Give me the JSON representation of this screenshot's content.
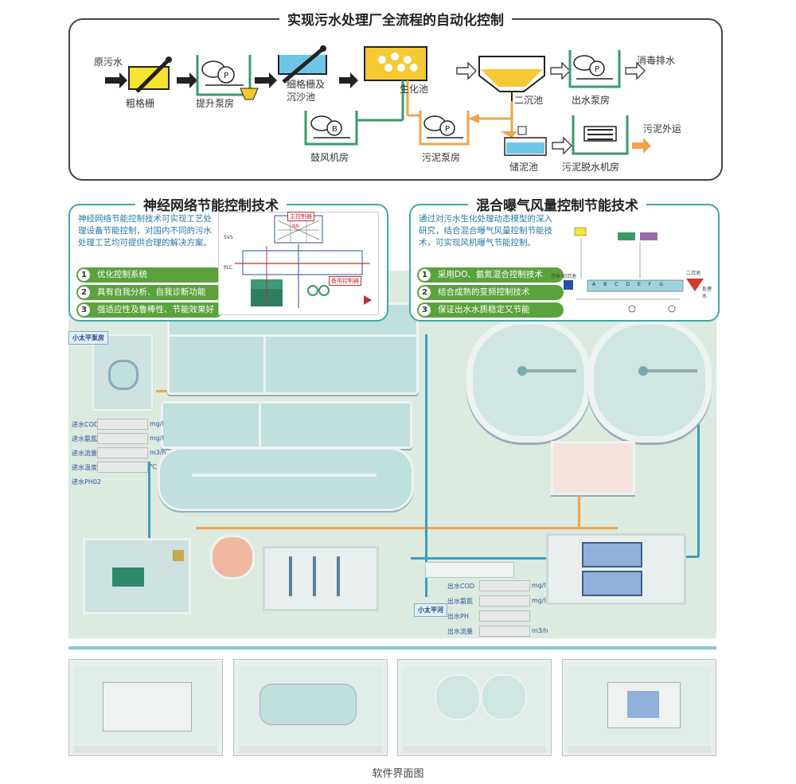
{
  "process": {
    "title": "实现污水处理厂全流程的自动化控制",
    "raw_sewage": "原污水",
    "coarse_screen": "粗格栅",
    "lift_pump": "提升泵房",
    "fine_screen_1": "细格栅及",
    "fine_screen_2": "沉沙池",
    "bio_tank": "生化池",
    "secondary_clarifier": "二沉池",
    "effluent_pump": "出水泵房",
    "disinfection": "消毒排水",
    "blower_room": "鼓风机房",
    "sludge_pump": "污泥泵房",
    "sludge_storage": "储泥池",
    "dewatering": "污泥脱水机房",
    "sludge_out": "污泥外运"
  },
  "neural": {
    "title": "神经网络节能控制技术",
    "desc": "神经网络节能控制技术可实现工艺处理设备节能控制，对国内不同的污水处理工艺均可提供合理的解决方案。",
    "features": [
      "优化控制系统",
      "具有自我分析、自我诊断功能",
      "强适应性及鲁棒性、节能效果好"
    ],
    "diagram_labels": {
      "main_ctrl": "主控制器",
      "backup_ctrl": "备用控制器",
      "sv": "SVS",
      "plc": "PLC",
      "nn": "NN"
    }
  },
  "aeration": {
    "title": "混合曝气风量控制节能技术",
    "desc": "通过对污水生化处理动态模型的深入研究，结合混合曝气风量控制节能技术，可实现风机曝气节能控制。",
    "features": [
      "采用DO、氨氮混合控制技术",
      "结合成熟的变频控制技术",
      "保证出水水质稳定又节能"
    ],
    "diagram_labels": {
      "inlet": "污水·初沉池",
      "clarifier": "二沉池",
      "outlet": "处理水",
      "zones": [
        "A",
        "B",
        "C",
        "D",
        "E",
        "F",
        "G"
      ]
    }
  },
  "plant": {
    "pump_left": "小太平泵房",
    "pump_right": "小太平河",
    "inlet_params": [
      {
        "label": "进水COD",
        "unit": "mg/l"
      },
      {
        "label": "进水氨氮",
        "unit": "mg/l"
      },
      {
        "label": "进水流量",
        "unit": "m3/h"
      },
      {
        "label": "进水温度",
        "unit": "℃"
      },
      {
        "label": "进水PH02",
        "unit": ""
      }
    ],
    "outlet_params": [
      {
        "label": "出水COD",
        "unit": "mg/l"
      },
      {
        "label": "出水氨氮",
        "unit": "mg/l"
      },
      {
        "label": "出水PH",
        "unit": ""
      },
      {
        "label": "出水流量",
        "unit": "m3/h"
      }
    ]
  },
  "caption": "软件界面图",
  "colors": {
    "teal": "#3fa9a9",
    "green": "#5aa23c",
    "orange": "#f0a44a",
    "blue": "#3a9fc0",
    "yellow": "#f5c932"
  }
}
